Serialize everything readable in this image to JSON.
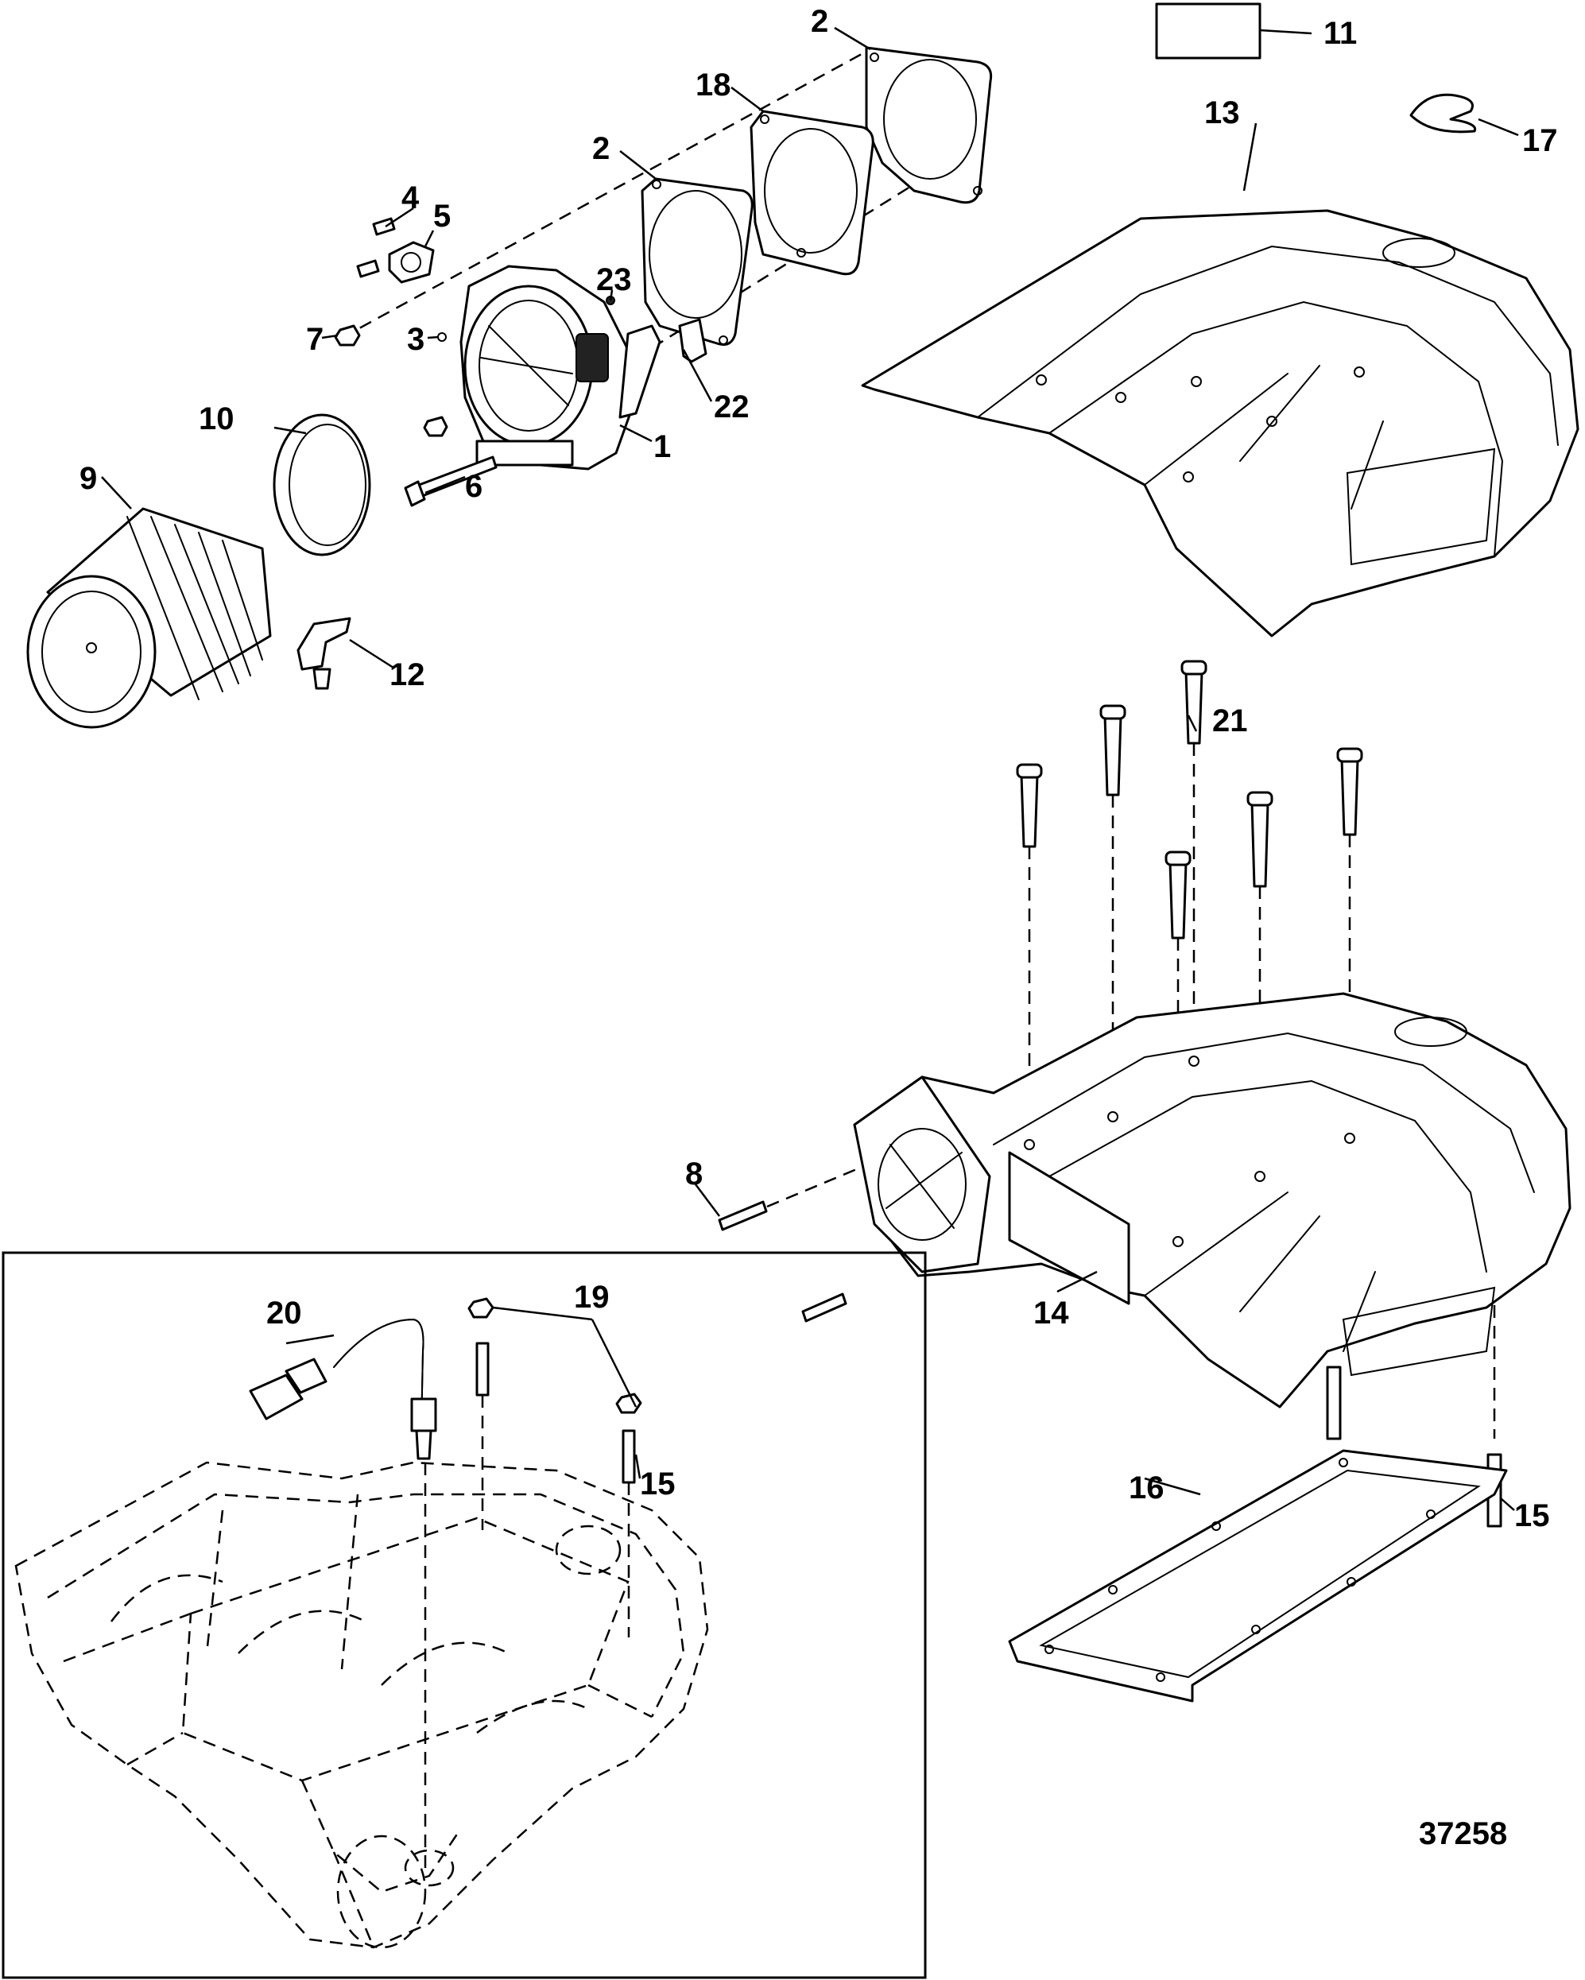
{
  "callouts": {
    "c1": "1",
    "c2a": "2",
    "c2b": "2",
    "c3": "3",
    "c4": "4",
    "c5": "5",
    "c6": "6",
    "c7": "7",
    "c8": "8",
    "c9": "9",
    "c10": "10",
    "c11": "11",
    "c12": "12",
    "c13": "13",
    "c14": "14",
    "c15a": "15",
    "c15b": "15",
    "c16": "16",
    "c17": "17",
    "c18": "18",
    "c19": "19",
    "c20": "20",
    "c21": "21",
    "c22": "22",
    "c23": "23"
  },
  "figure_number": "37258"
}
